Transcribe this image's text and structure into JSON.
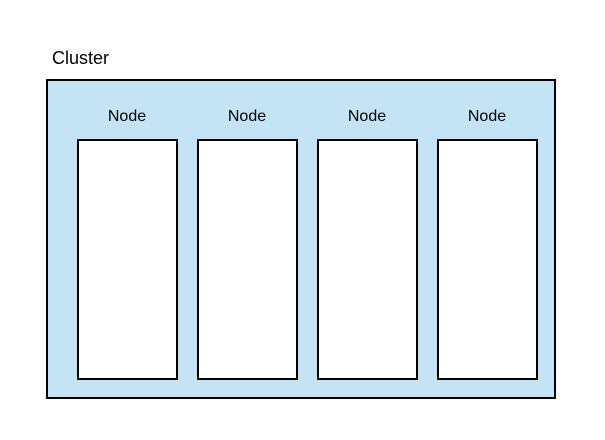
{
  "cluster": {
    "label": "Cluster",
    "fill_color": "#c4e4f6",
    "nodes": [
      {
        "label": "Node",
        "fill_color": "#ffffff"
      },
      {
        "label": "Node",
        "fill_color": "#ffffff"
      },
      {
        "label": "Node",
        "fill_color": "#ffffff"
      },
      {
        "label": "Node",
        "fill_color": "#ffffff"
      }
    ]
  }
}
